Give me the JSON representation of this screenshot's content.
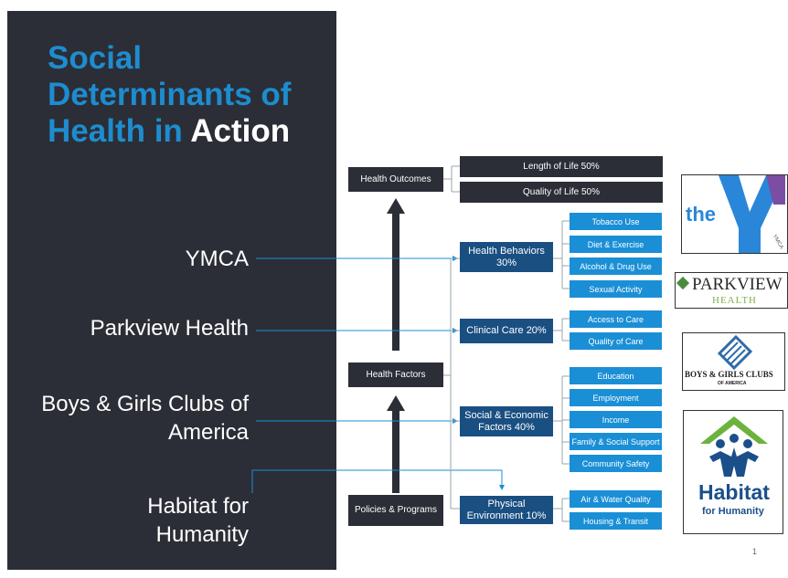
{
  "slide": {
    "title_line1": "Social",
    "title_line2": "Determinants of",
    "title_line3": "Health in",
    "title_accent": "Action",
    "page_number": "1"
  },
  "organizations": [
    "YMCA",
    "Parkview Health",
    "Boys & Girls Clubs of America",
    "Habitat for Humanity"
  ],
  "diagram": {
    "health_outcomes": "Health Outcomes",
    "outcomes": [
      "Length of Life 50%",
      "Quality of Life 50%"
    ],
    "health_factors": "Health Factors",
    "policies": "Policies & Programs",
    "factors": [
      {
        "label": "Health Behaviors 30%",
        "items": [
          "Tobacco Use",
          "Diet & Exercise",
          "Alcohol & Drug Use",
          "Sexual Activity"
        ]
      },
      {
        "label": "Clinical Care 20%",
        "items": [
          "Access to Care",
          "Quality of Care"
        ]
      },
      {
        "label": "Social & Economic Factors 40%",
        "items": [
          "Education",
          "Employment",
          "Income",
          "Family & Social Support",
          "Community Safety"
        ]
      },
      {
        "label": "Physical Environment 10%",
        "items": [
          "Air & Water Quality",
          "Housing & Transit"
        ]
      }
    ]
  },
  "logos": {
    "ymca_text": "the",
    "ymca_small": "YMCA",
    "parkview_text": "PARKVIEW",
    "parkview_sub": "HEALTH",
    "bgca_text": "BOYS & GIRLS CLUBS",
    "bgca_sub": "OF AMERICA",
    "habitat_text": "Habitat",
    "habitat_sub": "for Humanity"
  },
  "colors": {
    "panel": "#2b2e36",
    "accent_blue": "#1e8ccf",
    "navy": "#1a4f82",
    "item_blue": "#1a8fd6",
    "arrow": "#2b2e36"
  }
}
